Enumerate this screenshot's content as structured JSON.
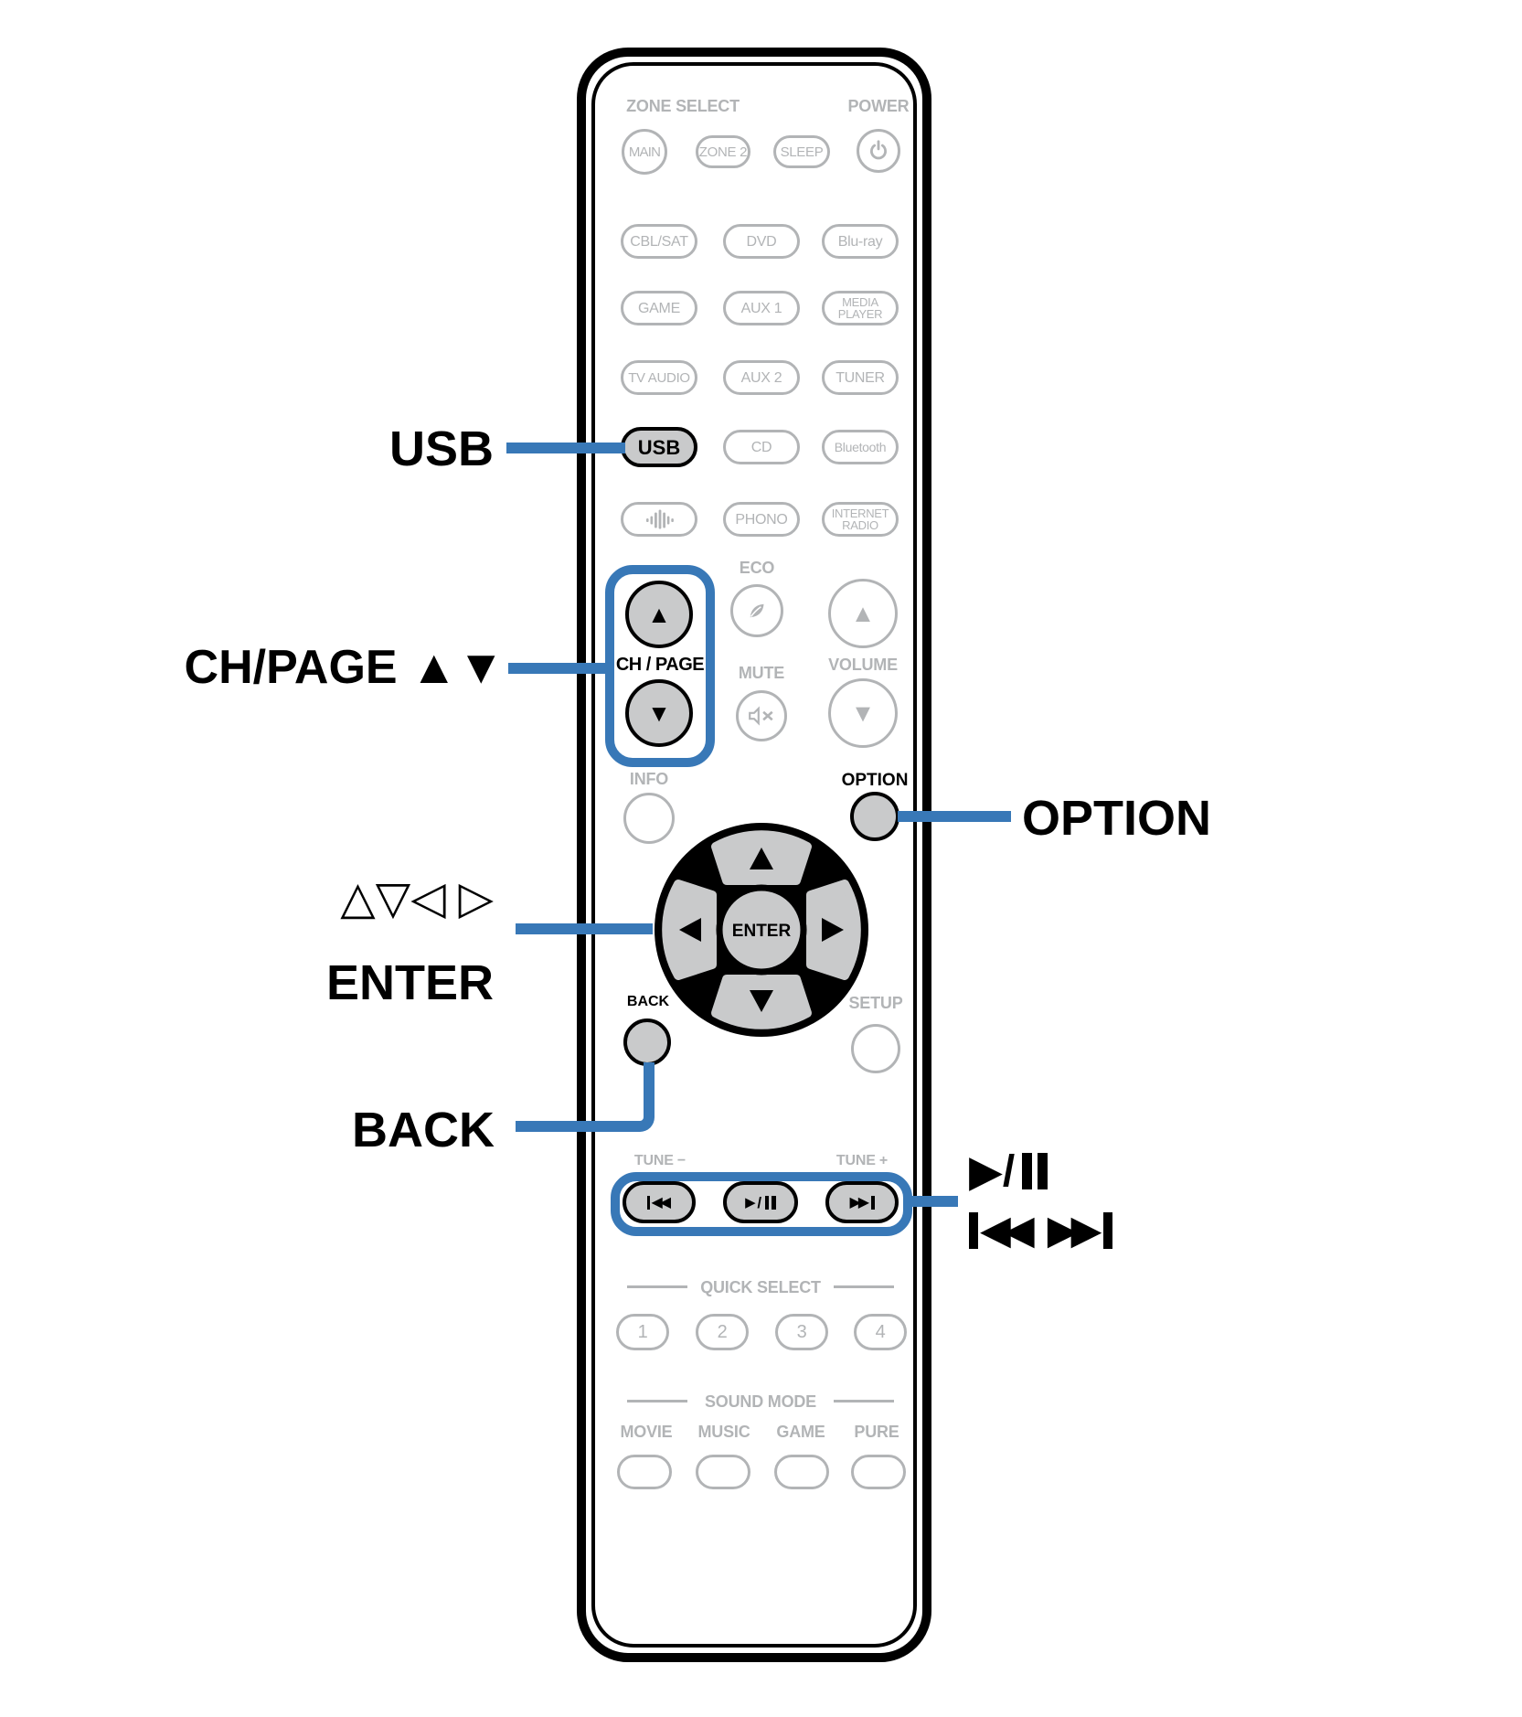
{
  "colors": {
    "accent_blue": "#3878b7",
    "button_fill": "#c9cacb",
    "inactive_gray": "#b2b4b6",
    "black": "#000000"
  },
  "callouts": {
    "usb": "USB",
    "ch_page": "CH/PAGE ▲▼",
    "option": "OPTION",
    "cursor": "△▽◁ ▷",
    "enter": "ENTER",
    "back": "BACK",
    "play": "▶",
    "slash": "/",
    "skip_back": "◀◀",
    "skip_fwd": "▶▶"
  },
  "remote": {
    "zone_select": "ZONE SELECT",
    "power": "POWER",
    "zone_buttons": [
      "MAIN",
      "ZONE 2",
      "SLEEP"
    ],
    "sources": {
      "row1": [
        "CBL/SAT",
        "DVD",
        "Blu-ray"
      ],
      "row2": [
        "GAME",
        "AUX 1",
        "MEDIA\nPLAYER"
      ],
      "row3": [
        "TV AUDIO",
        "AUX 2",
        "TUNER"
      ],
      "row4": [
        "USB",
        "CD",
        "Bluetooth"
      ],
      "row5": [
        "PHONO",
        "INTERNET\nRADIO"
      ]
    },
    "eco": "ECO",
    "ch_page": "CH / PAGE",
    "mute": "MUTE",
    "volume": "VOLUME",
    "up": "▲",
    "down": "▼",
    "info": "INFO",
    "option": "OPTION",
    "enter": "ENTER",
    "back": "BACK",
    "setup": "SETUP",
    "tune_minus": "TUNE −",
    "tune_plus": "TUNE +",
    "transport": {
      "prev": "◀◀",
      "play": "▶",
      "slash": "/",
      "next": "▶▶"
    },
    "quick_select": "QUICK SELECT",
    "quick_buttons": [
      "1",
      "2",
      "3",
      "4"
    ],
    "sound_mode": "SOUND MODE",
    "sound_buttons": [
      "MOVIE",
      "MUSIC",
      "GAME",
      "PURE"
    ]
  }
}
